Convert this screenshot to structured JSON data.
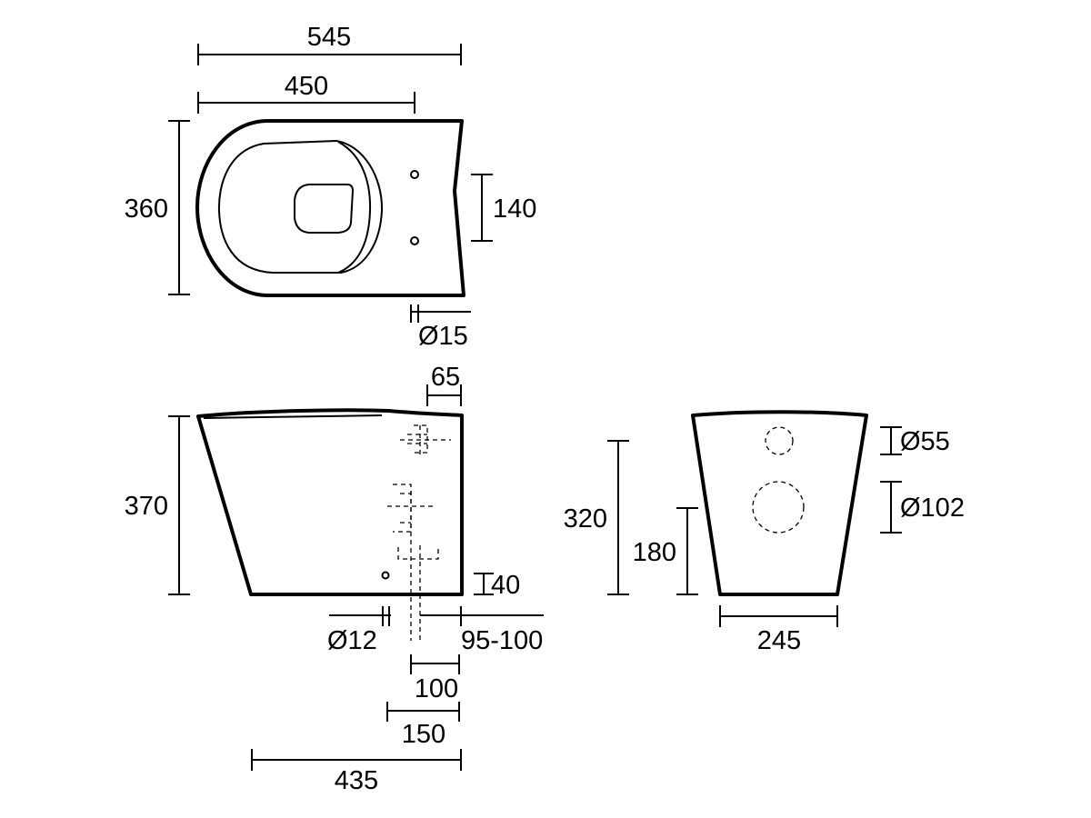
{
  "top_view": {
    "overall_length": "545",
    "bowl_length": "450",
    "width": "360",
    "fixing_spacing": "140",
    "fixing_hole_diameter": "Ø15"
  },
  "side_view": {
    "inlet_offset": "65",
    "height": "370",
    "floor_clearance": "40",
    "floor_fixing_diameter": "Ø12",
    "outlet_range": "95-100",
    "outlet_centre": "100",
    "outlet_span": "150",
    "base_length": "435"
  },
  "rear_view": {
    "inlet_diameter": "Ø55",
    "outlet_diameter": "Ø102",
    "inlet_height": "320",
    "outlet_height": "180",
    "base_width": "245"
  }
}
